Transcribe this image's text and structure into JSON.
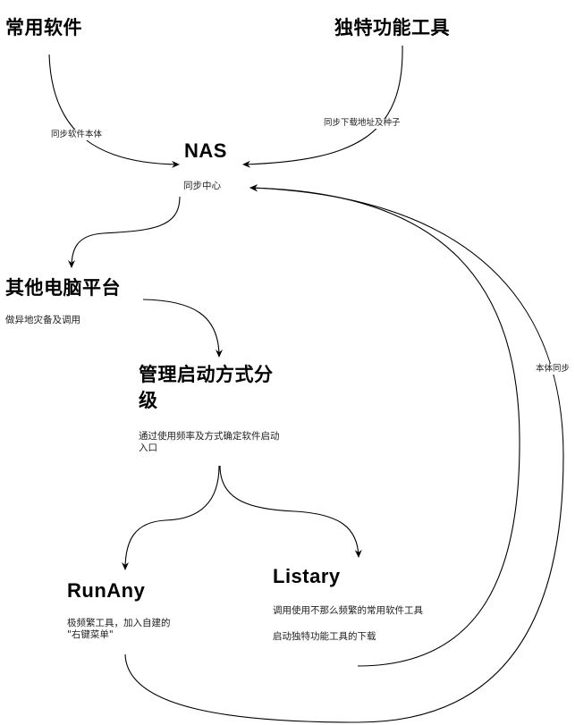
{
  "nodes": {
    "common_software": {
      "title": "常用软件"
    },
    "unique_tools": {
      "title": "独特功能工具"
    },
    "nas": {
      "title": "NAS",
      "subtitle": "同步中心"
    },
    "other_pc": {
      "title": "其他电脑平台",
      "subtitle": "做异地灾备及调用"
    },
    "launch_mgmt": {
      "title_line1": "管理启动方式分",
      "title_line2": "级",
      "subtitle_line1": "通过使用频率及方式确定软件启动",
      "subtitle_line2": "入口"
    },
    "runany": {
      "title": "RunAny",
      "subtitle_line1": "极频繁工具，加入自建的",
      "subtitle_line2": "\"右键菜单\""
    },
    "listary": {
      "title": "Listary",
      "subtitle_line1": "调用使用不那么频繁的常用软件工具",
      "subtitle_line2": "启动独特功能工具的下载"
    }
  },
  "edges": {
    "common_to_nas": {
      "label": "同步软件本体"
    },
    "tools_to_nas": {
      "label": "同步下载地址及种子"
    },
    "body_sync": {
      "label": "本体同步"
    }
  },
  "colors": {
    "stroke": "#000000",
    "background": "#ffffff"
  }
}
